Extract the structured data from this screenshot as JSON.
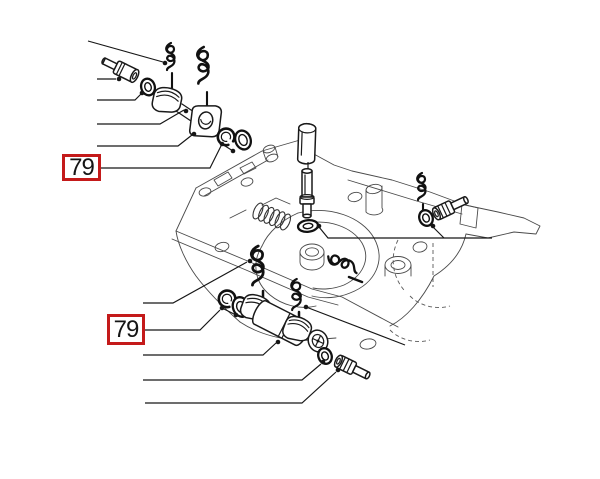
{
  "diagram": {
    "type": "exploded-parts-diagram",
    "callouts": [
      {
        "id": "top",
        "text": "79"
      },
      {
        "id": "bottom",
        "text": "79"
      }
    ],
    "colors": {
      "background": "#ffffff",
      "callout_border": "#c41a1a",
      "callout_text": "#151515",
      "part_line": "#1a1a1a",
      "housing_line": "#4a4a4a"
    },
    "parts": [
      "hairpin-cotter-clip",
      "clevis-pin",
      "flat-washer",
      "snap-ring",
      "bushing",
      "pivot-saddle-bracket",
      "pivot-block",
      "roller-bracket-assembly",
      "guide-cylinder",
      "link-rod",
      "coil-spring",
      "main-housing"
    ]
  }
}
